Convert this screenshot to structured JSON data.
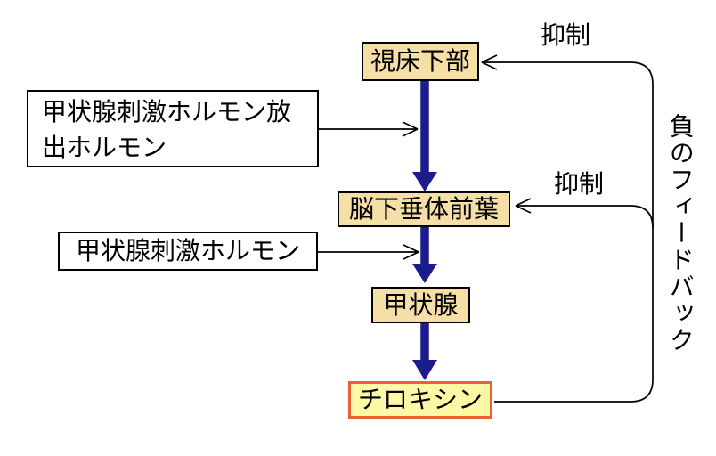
{
  "diagram": {
    "description_domain": "endocrine negative feedback flow chart",
    "nodes": {
      "hypothalamus": {
        "label": "視床下部"
      },
      "anterior_pituitary": {
        "label": "脳下垂体前葉"
      },
      "thyroid": {
        "label": "甲状腺"
      },
      "thyroxine": {
        "label": "チロキシン"
      }
    },
    "hormones": {
      "trh": {
        "lines": [
          "甲状腺刺激ホルモン放",
          "出ホルモン"
        ]
      },
      "tsh": {
        "label": "甲状腺刺激ホルモン"
      }
    },
    "annotations": {
      "inhibition_top": "抑制",
      "inhibition_middle": "抑制",
      "negative_feedback": "負のフィードバック"
    },
    "colors": {
      "node_fill": "#f5dfa7",
      "node_border": "#000000",
      "thyroxine_fill": "#fbf9a5",
      "thyroxine_border": "#eb6038",
      "flow_arrow": "#1c1c8c",
      "line_color": "#000000"
    }
  }
}
